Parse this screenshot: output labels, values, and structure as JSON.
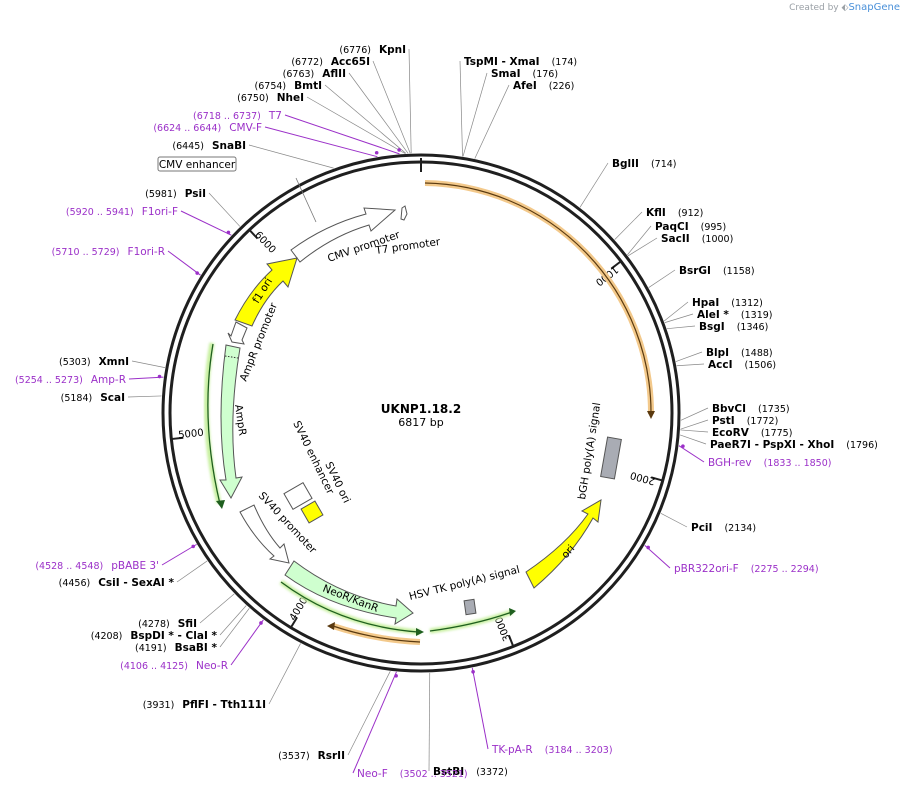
{
  "credit": {
    "prefix": "Created by",
    "brand": "SnapGene"
  },
  "plasmid": {
    "name": "UKNP1.18.2",
    "length_label": "6817 bp",
    "total_bp": 6817
  },
  "colors": {
    "backbone": "#1f1f1f",
    "enzyme_label": "#000000",
    "enzyme_pos": "#000000",
    "primer": "#9b30c8",
    "origin_fill": "#ffff00",
    "marker_fill": "#cfffcf",
    "promoter_fill": "#ffffff",
    "polyA_fill": "#a9acb4",
    "orf_stroke": "#e8a33a"
  },
  "ticks": [
    {
      "bp": 1000,
      "label": "1000"
    },
    {
      "bp": 2000,
      "label": "2000"
    },
    {
      "bp": 3000,
      "label": "3000"
    },
    {
      "bp": 4000,
      "label": "4000"
    },
    {
      "bp": 5000,
      "label": "5000"
    },
    {
      "bp": 6000,
      "label": "6000"
    }
  ],
  "enzymes": [
    {
      "bp": 6776,
      "pos": "(6776)",
      "name": "KpnI"
    },
    {
      "bp": 6772,
      "pos": "(6772)",
      "name": "Acc65I"
    },
    {
      "bp": 6763,
      "pos": "(6763)",
      "name": "AflII"
    },
    {
      "bp": 6754,
      "pos": "(6754)",
      "name": "BmtI"
    },
    {
      "bp": 6750,
      "pos": "(6750)",
      "name": "NheI"
    },
    {
      "bp": 6445,
      "pos": "(6445)",
      "name": "SnaBI"
    },
    {
      "bp": 5981,
      "pos": "(5981)",
      "name": "PsiI"
    },
    {
      "bp": 5303,
      "pos": "(5303)",
      "name": "XmnI"
    },
    {
      "bp": 5184,
      "pos": "(5184)",
      "name": "ScaI"
    },
    {
      "bp": 4456,
      "pos": "(4456)",
      "name": "CsiI   - SexAI *"
    },
    {
      "bp": 4278,
      "pos": "(4278)",
      "name": "SfiI"
    },
    {
      "bp": 4208,
      "pos": "(4208)",
      "name": "BspDI * - ClaI *"
    },
    {
      "bp": 4191,
      "pos": "(4191)",
      "name": "BsaBI *"
    },
    {
      "bp": 3931,
      "pos": "(3931)",
      "name": "PflFI   - Tth111I"
    },
    {
      "bp": 3537,
      "pos": "(3537)",
      "name": "RsrII"
    },
    {
      "bp": 3372,
      "pos": "(3372)",
      "name": "BstBI"
    },
    {
      "bp": 174,
      "pos": "(174)",
      "name": "TspMI   - XmaI"
    },
    {
      "bp": 176,
      "pos": "(176)",
      "name": "SmaI"
    },
    {
      "bp": 226,
      "pos": "(226)",
      "name": "AfeI"
    },
    {
      "bp": 714,
      "pos": "(714)",
      "name": "BglII"
    },
    {
      "bp": 912,
      "pos": "(912)",
      "name": "KflI"
    },
    {
      "bp": 995,
      "pos": "(995)",
      "name": "PaqCI"
    },
    {
      "bp": 1000,
      "pos": "(1000)",
      "name": "SacII"
    },
    {
      "bp": 1158,
      "pos": "(1158)",
      "name": "BsrGI"
    },
    {
      "bp": 1312,
      "pos": "(1312)",
      "name": "HpaI"
    },
    {
      "bp": 1319,
      "pos": "(1319)",
      "name": "AleI *"
    },
    {
      "bp": 1346,
      "pos": "(1346)",
      "name": "BsgI"
    },
    {
      "bp": 1488,
      "pos": "(1488)",
      "name": "BlpI"
    },
    {
      "bp": 1506,
      "pos": "(1506)",
      "name": "AccI"
    },
    {
      "bp": 1735,
      "pos": "(1735)",
      "name": "BbvCI"
    },
    {
      "bp": 1772,
      "pos": "(1772)",
      "name": "PstI"
    },
    {
      "bp": 1775,
      "pos": "(1775)",
      "name": "EcoRV"
    },
    {
      "bp": 1796,
      "pos": "(1796)",
      "name": "PaeR7I   - PspXI   - XhoI"
    },
    {
      "bp": 2134,
      "pos": "(2134)",
      "name": "PciI"
    }
  ],
  "primers": [
    {
      "bp": 6727,
      "range": "(6718 .. 6737)",
      "name": "T7"
    },
    {
      "bp": 6634,
      "range": "(6624 .. 6644)",
      "name": "CMV-F"
    },
    {
      "bp": 5930,
      "range": "(5920 .. 5941)",
      "name": "F1ori-F"
    },
    {
      "bp": 5719,
      "range": "(5710 .. 5729)",
      "name": "F1ori-R"
    },
    {
      "bp": 5263,
      "range": "(5254 .. 5273)",
      "name": "Amp-R"
    },
    {
      "bp": 4538,
      "range": "(4528 .. 4548)",
      "name": "pBABE 3'"
    },
    {
      "bp": 4115,
      "range": "(4106 .. 4125)",
      "name": "Neo-R"
    },
    {
      "bp": 3511,
      "range": "(3502 .. 3521)",
      "name": "Neo-F"
    },
    {
      "bp": 3193,
      "range": "(3184 .. 3203)",
      "name": "TK-pA-R"
    },
    {
      "bp": 2284,
      "range": "(2275 .. 2294)",
      "name": "pBR322ori-F"
    },
    {
      "bp": 1841,
      "range": "(1833 .. 1850)",
      "name": "BGH-rev"
    }
  ],
  "features": [
    {
      "name": "CMV enhancer",
      "start": 6270,
      "end": 6650,
      "type": "boxed-label"
    },
    {
      "name": "CMV promoter",
      "start": 6380,
      "end": 6710,
      "type": "promoter"
    },
    {
      "name": "T7 promoter",
      "start": 6718,
      "end": 6737,
      "type": "promoter"
    },
    {
      "name": "f1 ori",
      "start": 5750,
      "end": 6200,
      "type": "origin"
    },
    {
      "name": "AmpR promoter",
      "start": 5550,
      "end": 5700,
      "type": "promoter"
    },
    {
      "name": "AmpR",
      "start": 4750,
      "end": 5530,
      "type": "marker"
    },
    {
      "name": "SV40 enhancer",
      "start": 0,
      "end": 0,
      "type": "box"
    },
    {
      "name": "SV40 ori",
      "start": 0,
      "end": 0,
      "type": "origin-box"
    },
    {
      "name": "SV40 promoter",
      "start": 4360,
      "end": 4690,
      "type": "promoter"
    },
    {
      "name": "NeoR/KanR",
      "start": 3480,
      "end": 4290,
      "type": "marker"
    },
    {
      "name": "HSV TK poly(A) signal",
      "start": 0,
      "end": 0,
      "type": "polyA"
    },
    {
      "name": "ori",
      "start": 2350,
      "end": 2950,
      "type": "origin"
    },
    {
      "name": "bGH poly(A) signal",
      "start": 0,
      "end": 0,
      "type": "polyA"
    }
  ]
}
